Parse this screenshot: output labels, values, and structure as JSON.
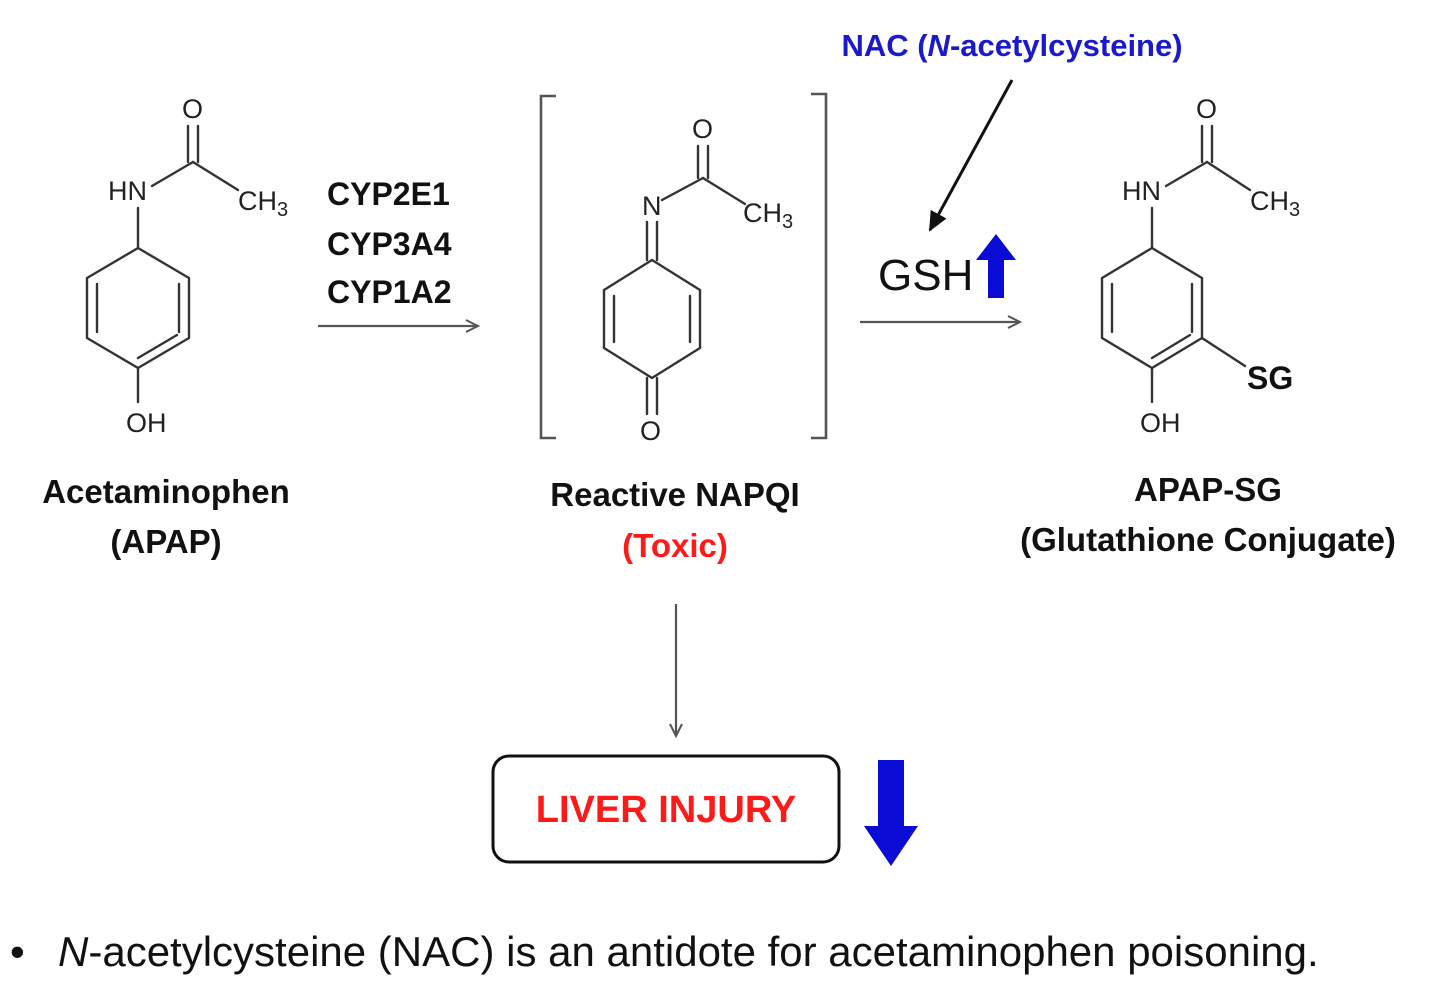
{
  "colors": {
    "text": "#111111",
    "toxic_red": "#ff1a1a",
    "nac_blue": "#1a1acc",
    "arrow_blue": "#0b0bd6"
  },
  "icons": {
    "up": "blue-up-arrow-icon",
    "down": "blue-down-arrow-icon"
  },
  "atoms": {
    "oxygen": "O",
    "nh": "HN",
    "n": "N",
    "ch": "CH",
    "three": "3",
    "oh": "OH",
    "sg": "SG"
  },
  "enzymes": [
    "CYP2E1",
    "CYP3A4",
    "CYP1A2"
  ],
  "nodes": {
    "apap": {
      "name": "Acetaminophen",
      "abbr": "(APAP)"
    },
    "napqi": {
      "name": "Reactive NAPQI",
      "note": "(Toxic)"
    },
    "conjugate": {
      "name": "APAP-SG",
      "desc": "(Glutathione Conjugate)"
    },
    "gsh": "GSH",
    "nac": {
      "prefix": "NAC (",
      "italic": "N",
      "suffix": "-acetylcysteine)"
    },
    "injury": "LIVER INJURY"
  },
  "footnote": {
    "bullet": "•",
    "italic": "N",
    "text": "-acetylcysteine (NAC) is an antidote for acetaminophen poisoning."
  }
}
